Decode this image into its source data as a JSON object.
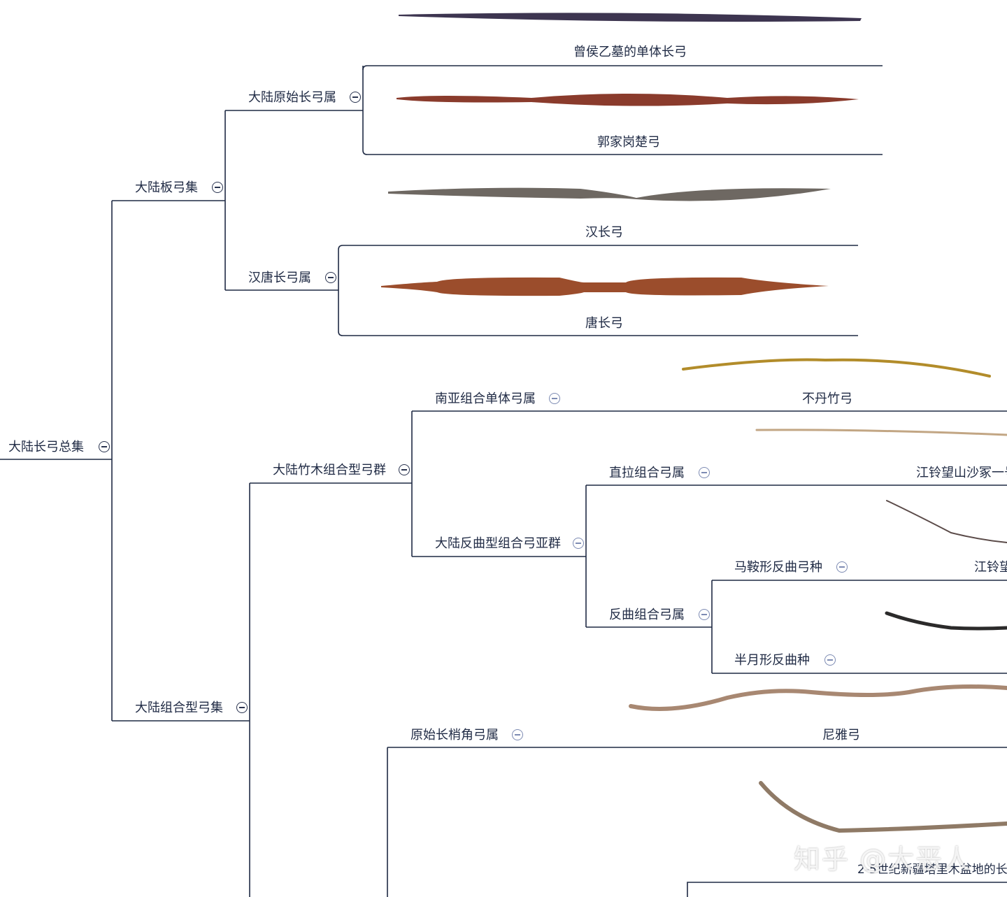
{
  "root": {
    "label": "大陆长弓总集"
  },
  "sets": {
    "board": {
      "label": "大陆板弓集"
    },
    "composite": {
      "label": "大陆组合型弓集"
    }
  },
  "genera": {
    "primitive_long": {
      "label": "大陆原始长弓属"
    },
    "han_tang": {
      "label": "汉唐长弓属"
    },
    "bamboo_group": {
      "label": "大陆竹木组合型弓群"
    },
    "south_asia": {
      "label": "南亚组合单体弓属"
    },
    "recurve_subgroup": {
      "label": "大陆反曲型组合弓亚群"
    },
    "straight_pull": {
      "label": "直拉组合弓属"
    },
    "recurve_genus": {
      "label": "反曲组合弓属"
    },
    "saddle": {
      "label": "马鞍形反曲弓种"
    },
    "halfmoon": {
      "label": "半月形反曲种"
    },
    "horn_tip": {
      "label": "原始长梢角弓属"
    }
  },
  "leaves": {
    "zeng": "曾侯乙墓的单体长弓",
    "guojia": "郭家岗楚弓",
    "han_long": "汉长弓",
    "tang_long": "唐长弓",
    "bhutan": "不丹竹弓",
    "jiangling1": "江铃望山沙冢一号",
    "jiangling2": "江铃望",
    "niya": "尼雅弓",
    "tarim": "2-5世纪新疆塔里木盆地的长"
  },
  "watermark": "知乎 @大恶人",
  "colors": {
    "line": "#1f2a44",
    "zeng_bow": "#3d3550",
    "guojia_bow": "#8a3b2c",
    "han_bow": "#6e6862",
    "tang_bow": "#9b4d2c",
    "bhutan_bow": "#b28c2a",
    "straight_bow": "#c2a684",
    "dark_bow": "#2b2a2a",
    "niya_bow": "#a88872",
    "tarim_bow": "#8f7a66"
  }
}
